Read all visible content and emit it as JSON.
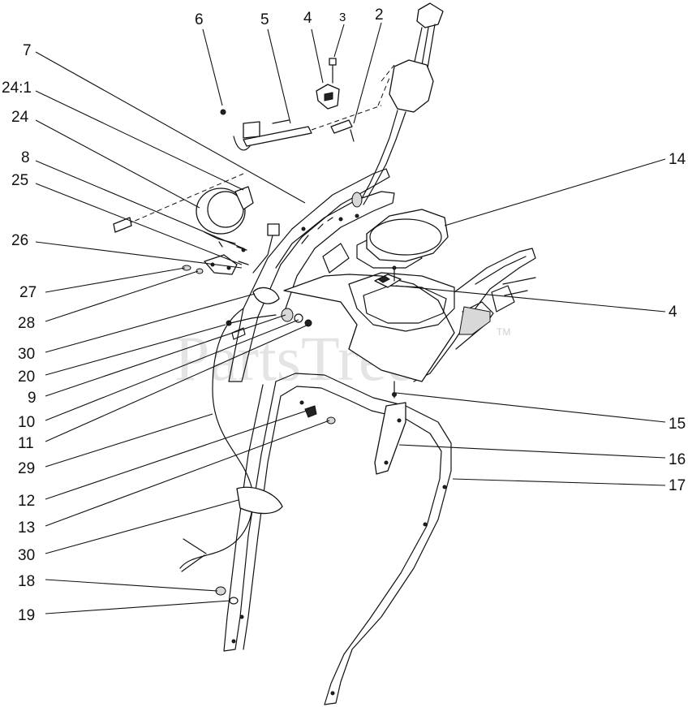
{
  "watermark": {
    "text": "PartsTree",
    "tm": "TM"
  },
  "callouts": {
    "c6": "6",
    "c5": "5",
    "c4a": "4",
    "c3": "3",
    "c2": "2",
    "c7": "7",
    "c24_1": "24:1",
    "c24": "24",
    "c8": "8",
    "c25": "25",
    "c26": "26",
    "c27": "27",
    "c28": "28",
    "c30a": "30",
    "c20": "20",
    "c9": "9",
    "c10": "10",
    "c11": "11",
    "c29": "29",
    "c12": "12",
    "c13": "13",
    "c30b": "30",
    "c18": "18",
    "c19": "19",
    "c14": "14",
    "c4b": "4",
    "c15": "15",
    "c16": "16",
    "c17": "17"
  }
}
